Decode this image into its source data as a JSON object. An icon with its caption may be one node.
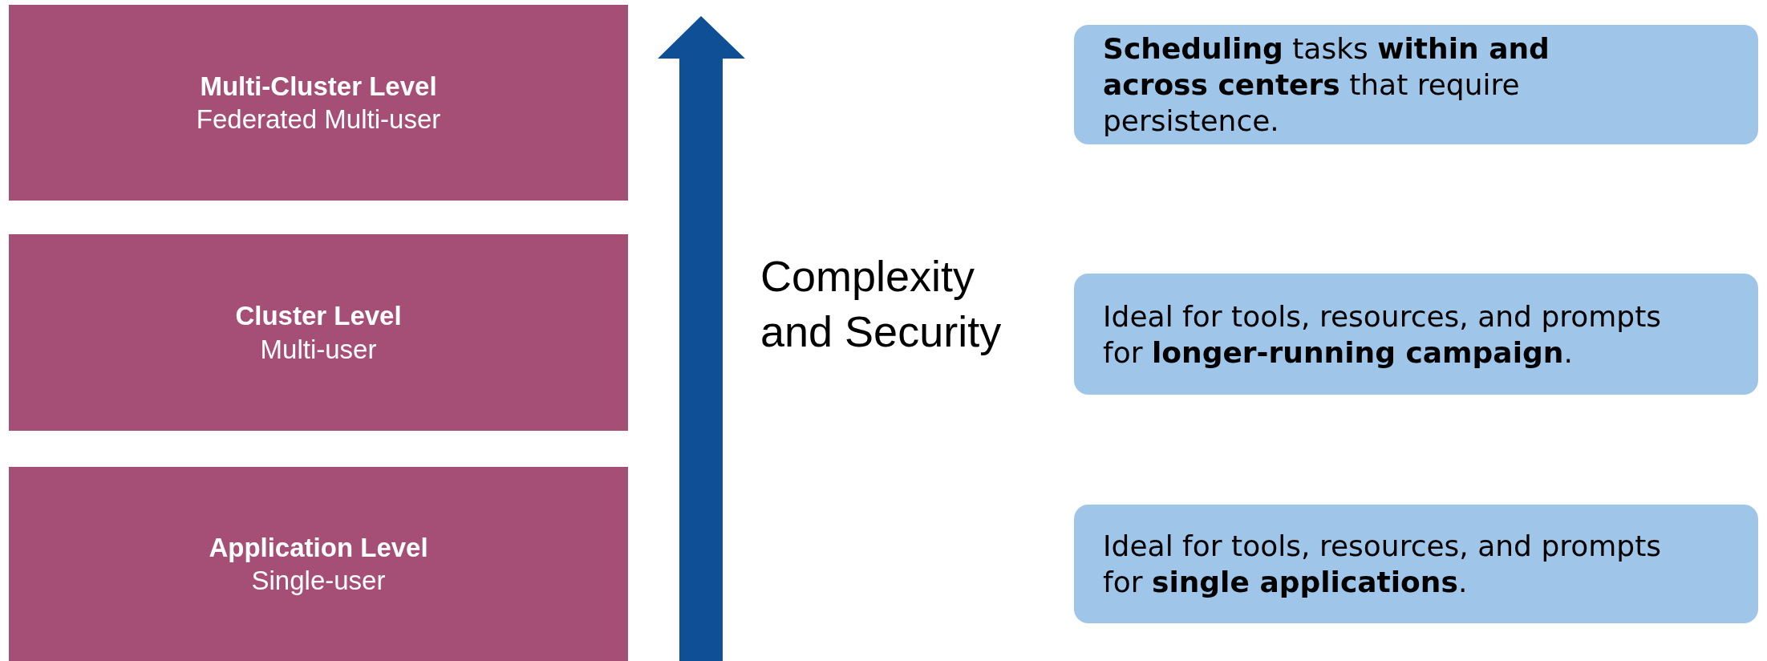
{
  "diagram": {
    "nodes": [
      {
        "text": [
          "Multi-Cluster Level",
          "Federated Multi-user"
        ]
      },
      {
        "text": [
          "Cluster Level",
          "Multi-user"
        ]
      },
      {
        "text": [
          "Application Level",
          "Single-user"
        ]
      },
      {
        "text": [
          "**Scheduling** tasks **within and across centers** that require persistence."
        ]
      },
      {
        "text": [
          "Ideal for tools, resources, and prompts for **longer-running campaign**."
        ]
      },
      {
        "text": [
          "Ideal for tools, resources, and prompts for **single applications**."
        ]
      }
    ],
    "labels": [
      "Complexity and Security"
    ]
  }
}
